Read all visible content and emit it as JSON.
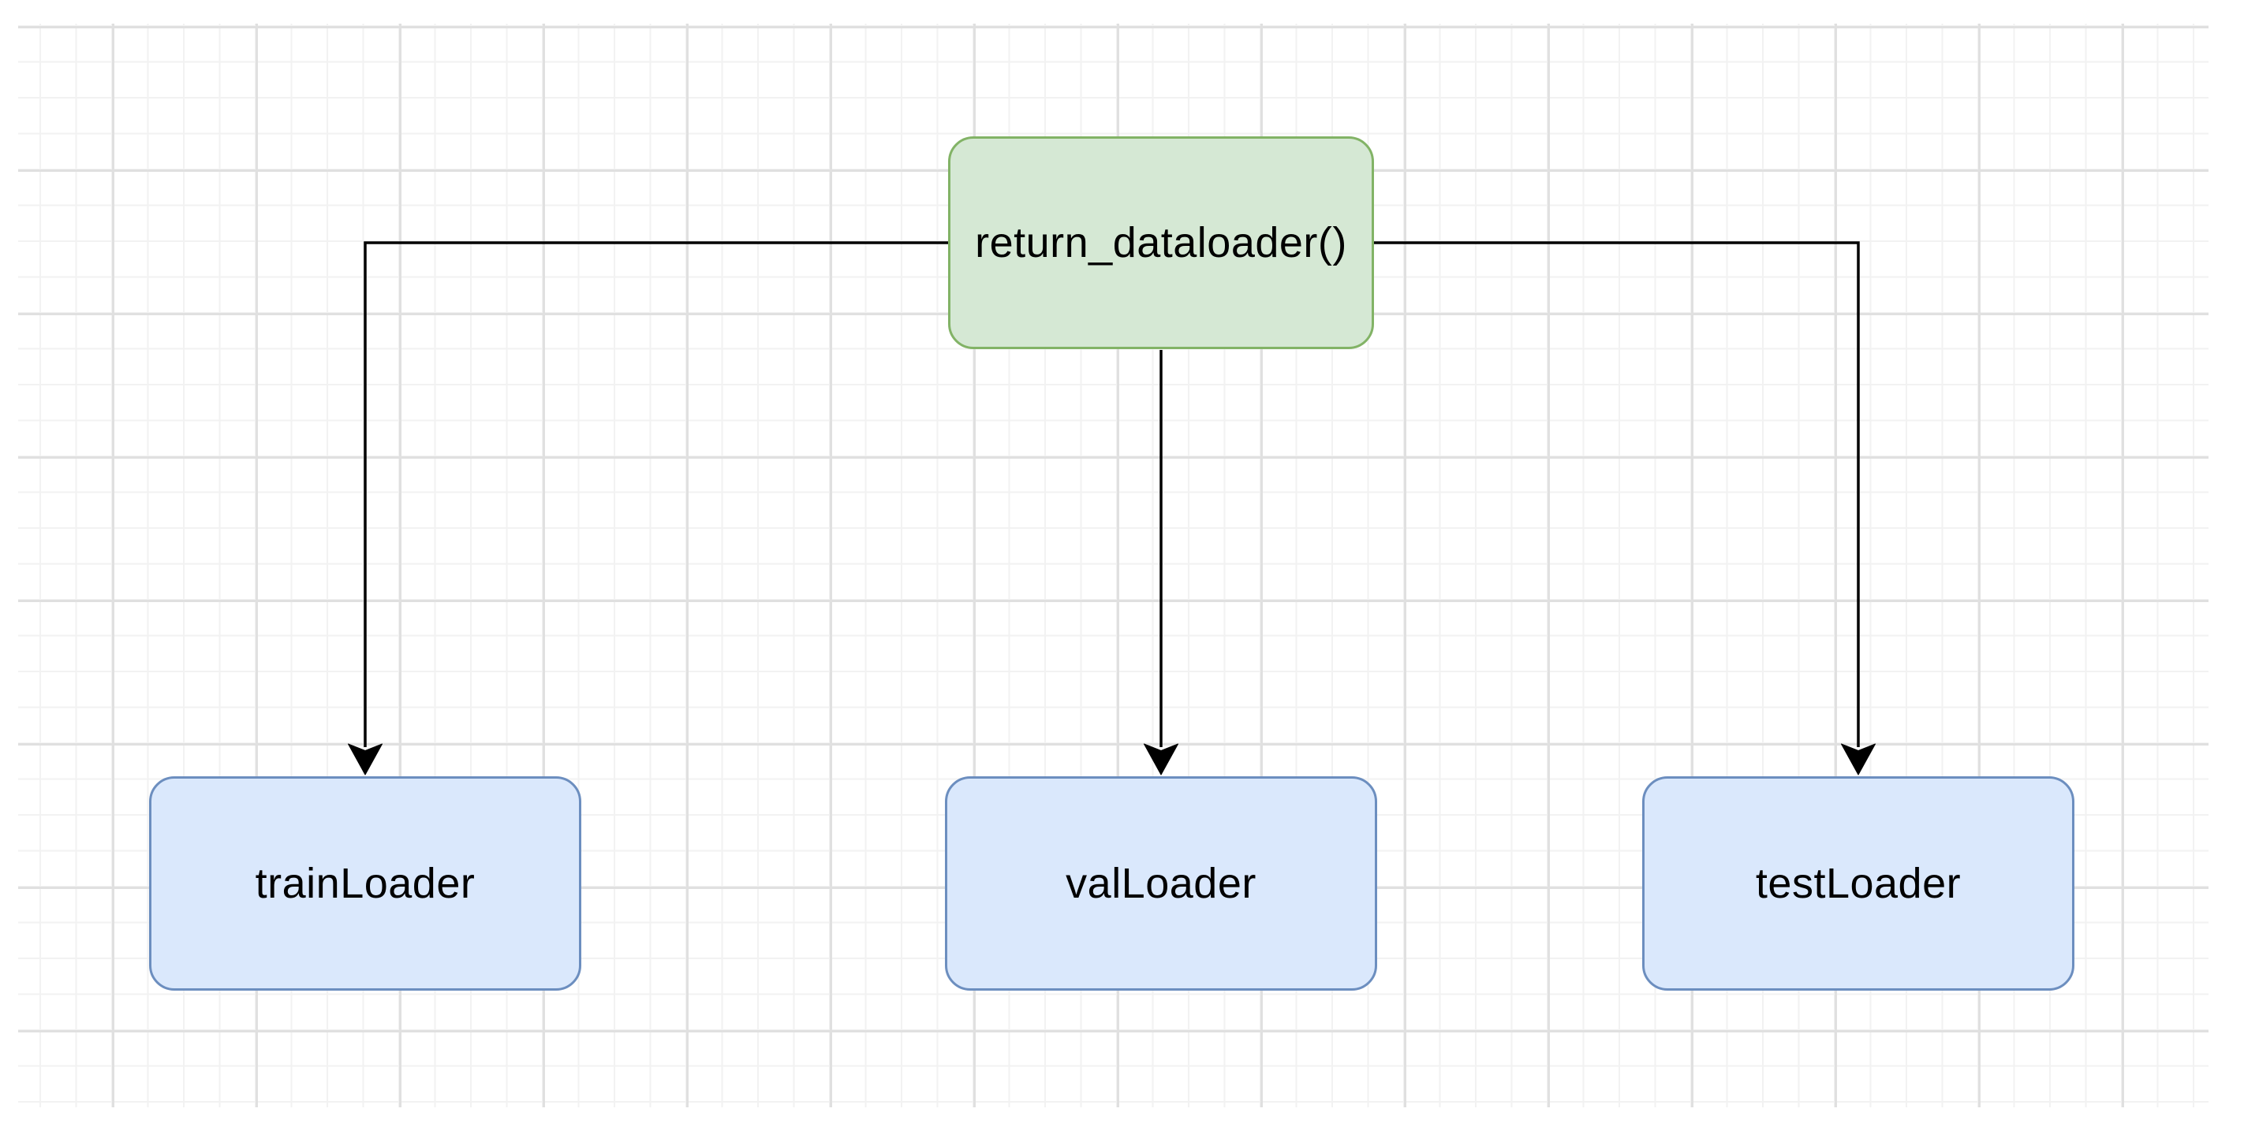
{
  "diagram": {
    "canvas": {
      "background": "#ffffff",
      "grid_minor_color": "#f2f2f2",
      "grid_major_color": "#e0e0e0"
    },
    "nodes": [
      {
        "id": "return-dataloader",
        "label": "return_dataloader()",
        "shape": "rounded-rectangle",
        "fill": "#d5e8d4",
        "stroke": "#82b366"
      },
      {
        "id": "trainloader",
        "label": "trainLoader",
        "shape": "rounded-rectangle",
        "fill": "#dae8fc",
        "stroke": "#6c8ebf"
      },
      {
        "id": "valloader",
        "label": "valLoader",
        "shape": "rounded-rectangle",
        "fill": "#dae8fc",
        "stroke": "#6c8ebf"
      },
      {
        "id": "testloader",
        "label": "testLoader",
        "shape": "rounded-rectangle",
        "fill": "#dae8fc",
        "stroke": "#6c8ebf"
      }
    ],
    "edges": [
      {
        "from": "return-dataloader",
        "to": "trainloader",
        "style": "elbow-arrow",
        "color": "#000000"
      },
      {
        "from": "return-dataloader",
        "to": "valloader",
        "style": "straight-arrow",
        "color": "#000000"
      },
      {
        "from": "return-dataloader",
        "to": "testloader",
        "style": "elbow-arrow",
        "color": "#000000"
      }
    ]
  }
}
